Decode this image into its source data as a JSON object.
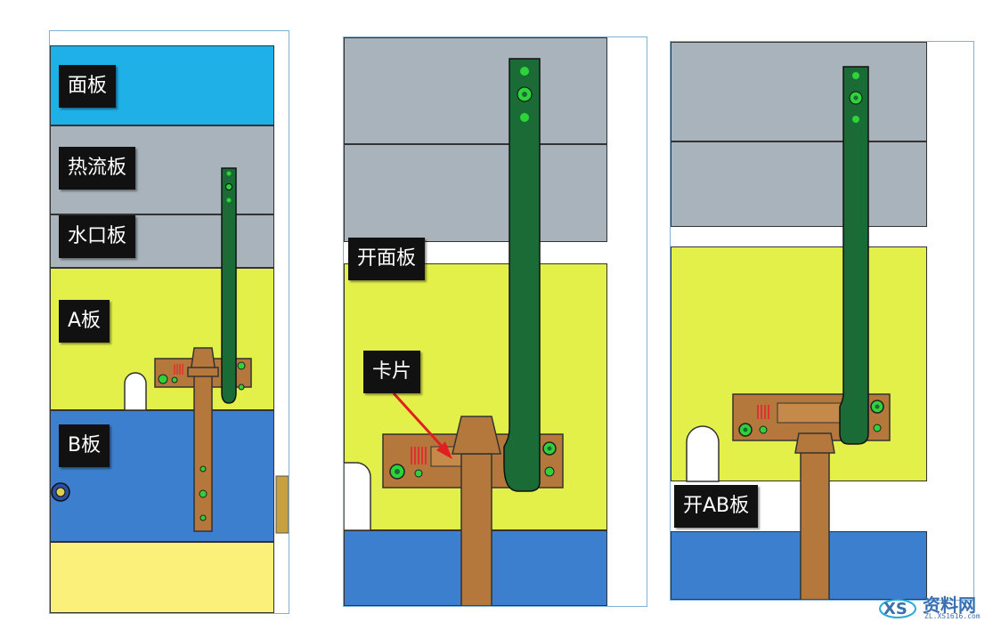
{
  "colors": {
    "face_plate": "#1fb0e8",
    "gray_plate": "#a8b3bb",
    "a_plate": "#e4f04a",
    "b_plate": "#3c7fcf",
    "bottom_plate": "#fbf07a",
    "green_bar": "#1a6b35",
    "bronze": "#b5783c",
    "spring": "#e03030",
    "arrow": "#e02020"
  },
  "panel1": {
    "labels": {
      "face": "面板",
      "hot_runner": "热流板",
      "runner": "水口板",
      "a_plate": "A板",
      "b_plate": "B板"
    }
  },
  "panel2": {
    "labels": {
      "open_face": "开面板",
      "latch": "卡片"
    }
  },
  "panel3": {
    "labels": {
      "open_ab": "开AB板"
    }
  },
  "watermark": {
    "logo": "XS",
    "text": "资料网",
    "sub": "ZL.XS1616.com"
  }
}
